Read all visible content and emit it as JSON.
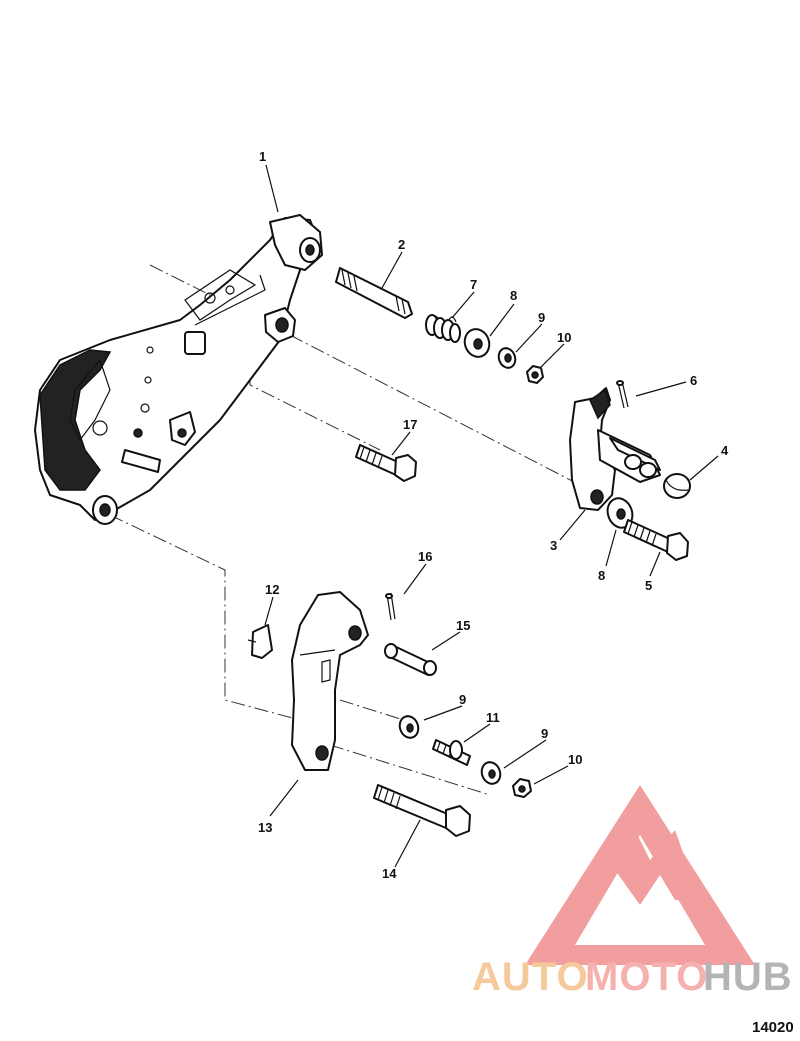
{
  "diagram": {
    "callouts": [
      {
        "id": "c1",
        "text": "1"
      },
      {
        "id": "c2",
        "text": "2"
      },
      {
        "id": "c3",
        "text": "3"
      },
      {
        "id": "c4",
        "text": "4"
      },
      {
        "id": "c5",
        "text": "5"
      },
      {
        "id": "c6",
        "text": "6"
      },
      {
        "id": "c7",
        "text": "7"
      },
      {
        "id": "c8a",
        "text": "8"
      },
      {
        "id": "c8b",
        "text": "8"
      },
      {
        "id": "c9a",
        "text": "9"
      },
      {
        "id": "c9b",
        "text": "9"
      },
      {
        "id": "c9c",
        "text": "9"
      },
      {
        "id": "c10a",
        "text": "10"
      },
      {
        "id": "c10b",
        "text": "10"
      },
      {
        "id": "c11",
        "text": "11"
      },
      {
        "id": "c12",
        "text": "12"
      },
      {
        "id": "c13",
        "text": "13"
      },
      {
        "id": "c14",
        "text": "14"
      },
      {
        "id": "c15",
        "text": "15"
      },
      {
        "id": "c16",
        "text": "16"
      },
      {
        "id": "c17",
        "text": "17"
      }
    ],
    "figure_id": "14020"
  },
  "watermark": {
    "word_part1": "AUTO",
    "word_part2": "MOTO",
    "word_part3": "HUB",
    "color_part1": "#f5c089",
    "color_part2": "#f4a4a0",
    "color_part3": "#a8a8a8",
    "logo_color": "#f28e8e"
  }
}
